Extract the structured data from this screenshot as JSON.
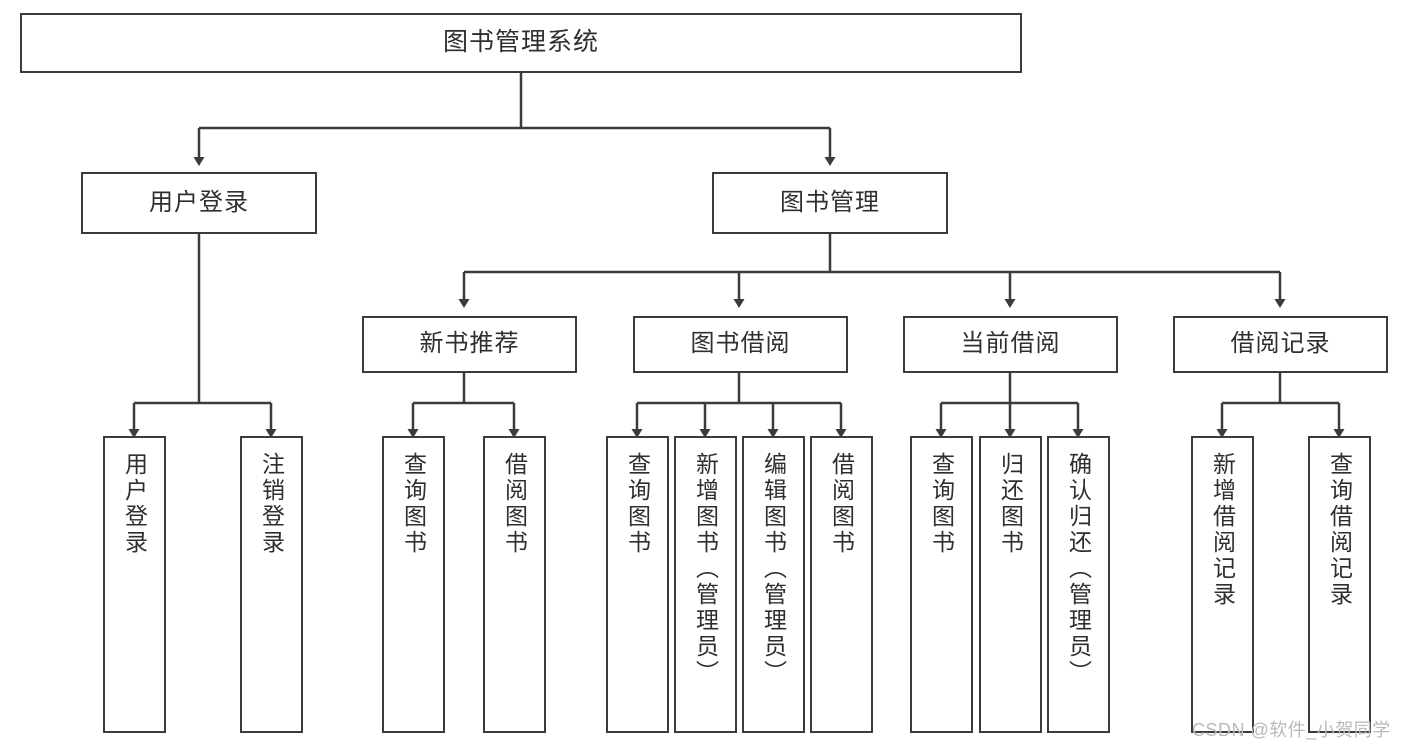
{
  "diagram": {
    "title": "图书管理系统",
    "type": "hierarchy-tree",
    "stroke_color": "#3b3b3b",
    "fill_color": "#ffffff",
    "text_color": "#2f2f2f"
  },
  "nodes": {
    "root": {
      "label": "图书管理系统"
    },
    "level2": [
      {
        "label": "用户登录"
      },
      {
        "label": "图书管理"
      }
    ],
    "level3": [
      {
        "label": "新书推荐"
      },
      {
        "label": "图书借阅"
      },
      {
        "label": "当前借阅"
      },
      {
        "label": "借阅记录"
      }
    ],
    "leaves_user_login": [
      {
        "label": "用户登录"
      },
      {
        "label": "注销登录"
      }
    ],
    "leaves_new_book": [
      {
        "label": "查询图书"
      },
      {
        "label": "借阅图书"
      }
    ],
    "leaves_borrow": [
      {
        "label": "查询图书"
      },
      {
        "label": "新增图书（管理员）"
      },
      {
        "label": "编辑图书（管理员）"
      },
      {
        "label": "借阅图书"
      }
    ],
    "leaves_current": [
      {
        "label": "查询图书"
      },
      {
        "label": "归还图书"
      },
      {
        "label": "确认归还（管理员）"
      }
    ],
    "leaves_records": [
      {
        "label": "新增借阅记录"
      },
      {
        "label": "查询借阅记录"
      }
    ]
  },
  "watermark": {
    "text": "CSDN @软件_小贺同学"
  }
}
